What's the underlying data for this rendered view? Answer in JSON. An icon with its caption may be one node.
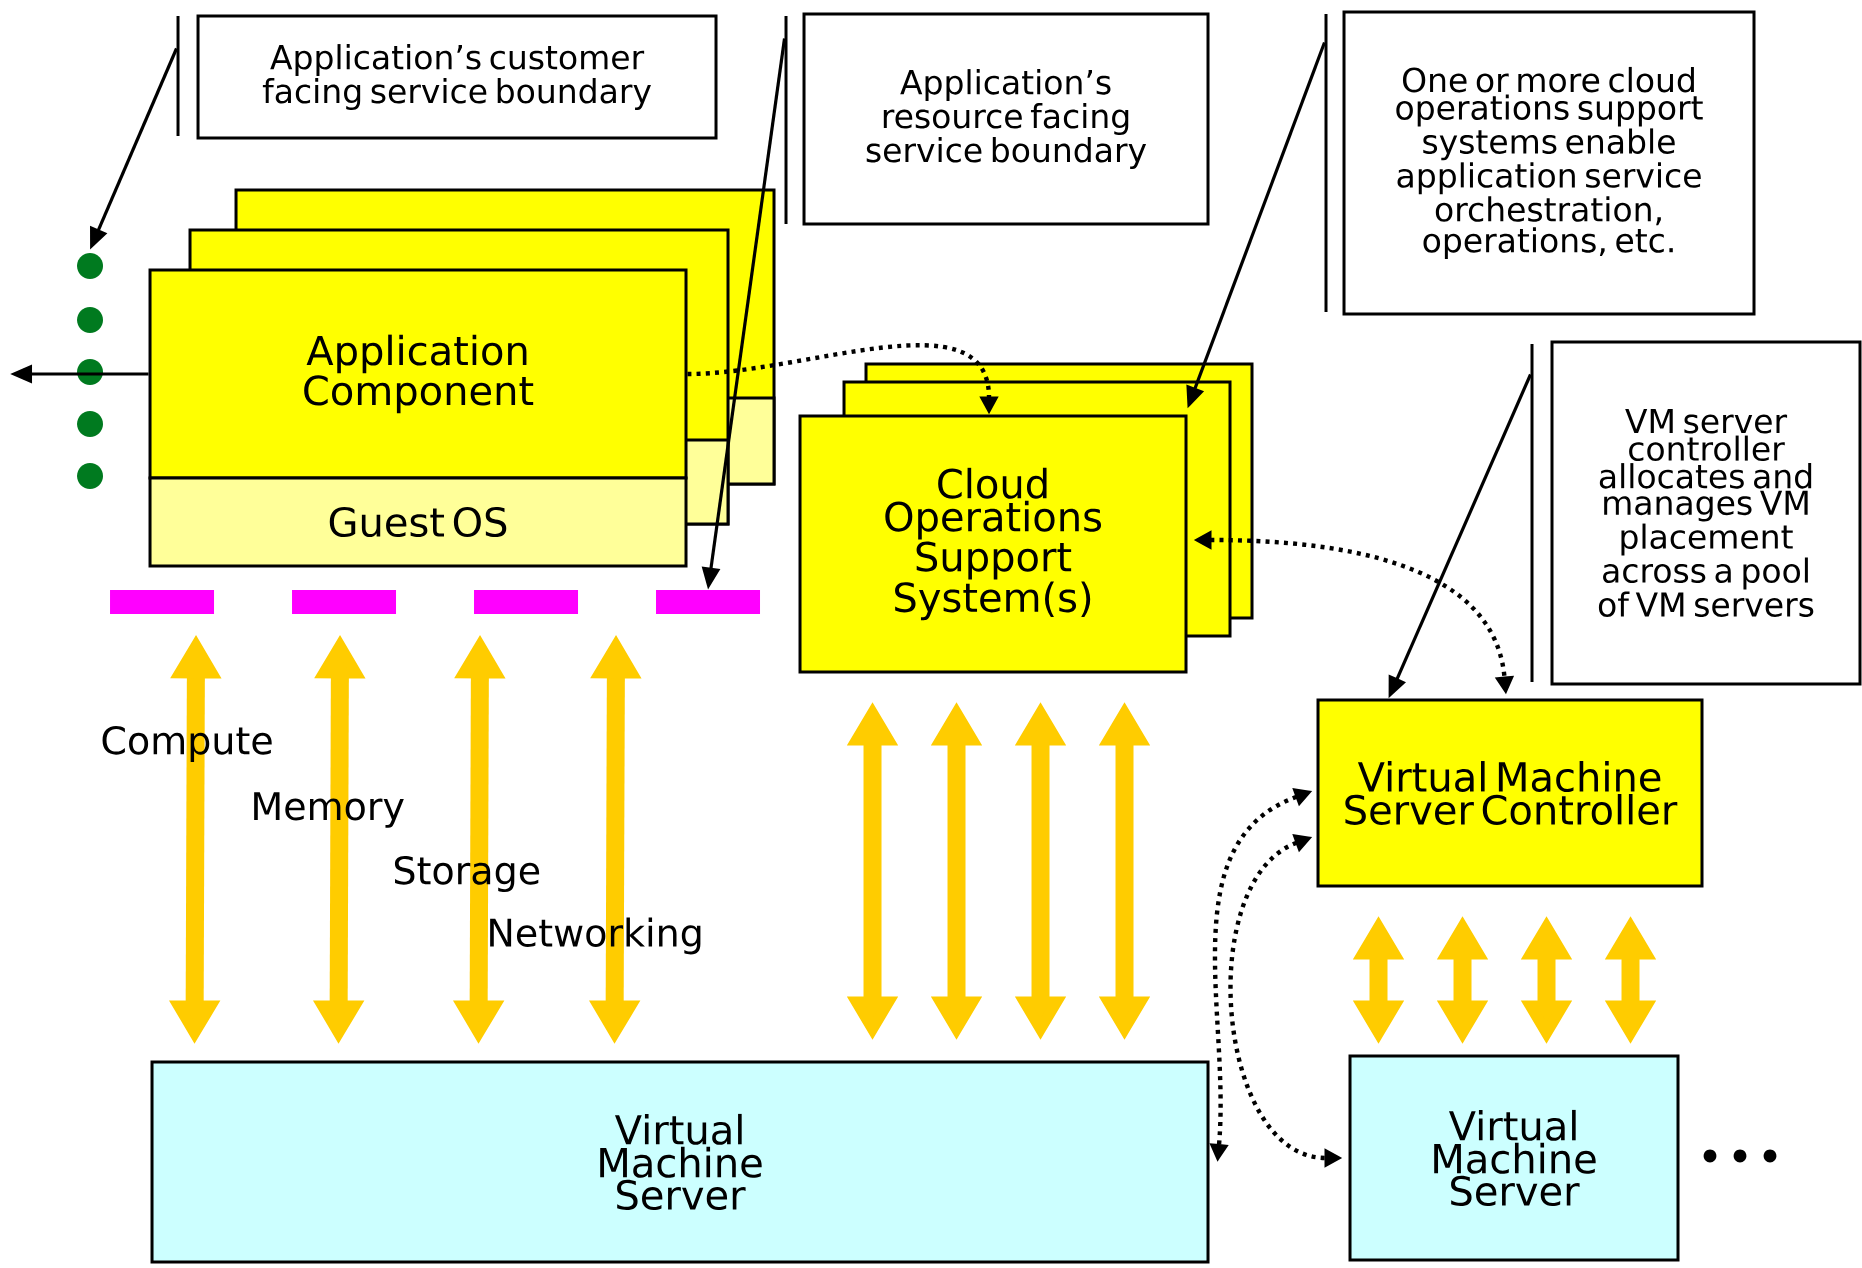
{
  "diagram": {
    "nodes": [
      {
        "text": [
          "Application’s customer facing service boundary"
        ]
      },
      {
        "text": [
          "Application’s resource facing service boundary"
        ]
      },
      {
        "text": [
          "One or more cloud operations support systems enable application service orchestration, operations, etc."
        ]
      },
      {
        "text": [],
        "shape": "circle"
      },
      {
        "text": [
          "Application Component"
        ]
      },
      {
        "text": [
          "Guest OS"
        ]
      },
      {
        "text": [
          "VM server controller allocates and manages VM placement across a pool of VM servers"
        ]
      },
      {
        "text": [
          "Cloud Operations Support System(s)"
        ]
      },
      {
        "text": [],
        "shape": "bar"
      },
      {
        "text": [],
        "shape": "bar"
      },
      {
        "text": [],
        "shape": "bar"
      },
      {
        "text": [],
        "shape": "bar"
      },
      {
        "text": [
          "Virtual Machine Server Controller"
        ]
      },
      {
        "text": [
          "Virtual Machine Server"
        ]
      },
      {
        "text": [
          "Virtual Machine Server"
        ]
      }
    ],
    "edges": [
      {
        "from": 0,
        "to": 3,
        "arrow": "to",
        "color": "#000000"
      },
      {
        "from": 4,
        "to": null,
        "arrow": "to",
        "color": "#000000"
      },
      {
        "from": 1,
        "to": 11,
        "arrow": "to",
        "color": "#000000"
      },
      {
        "from": 2,
        "to": 7,
        "arrow": "to",
        "color": "#000000"
      },
      {
        "from": 4,
        "to": 7,
        "arrow": "to",
        "style": "dashed",
        "color": "#000000"
      },
      {
        "from": 6,
        "to": 12,
        "arrow": "to",
        "color": "#000000"
      },
      {
        "from": 7,
        "to": 12,
        "arrow": "both",
        "style": "dashed",
        "color": "#000000"
      },
      {
        "from": 12,
        "to": 13,
        "arrow": "both",
        "style": "dashed",
        "color": "#000000"
      },
      {
        "from": 12,
        "to": 14,
        "arrow": "both",
        "style": "dashed",
        "color": "#000000"
      },
      {
        "from": 8,
        "to": 13,
        "arrow": "both"
      },
      {
        "from": 9,
        "to": 13,
        "arrow": "both"
      },
      {
        "from": 10,
        "to": 13,
        "arrow": "both"
      },
      {
        "from": 11,
        "to": 13,
        "arrow": "both"
      },
      {
        "from": 7,
        "to": 13,
        "arrow": "both"
      },
      {
        "from": 7,
        "to": 13,
        "arrow": "both"
      },
      {
        "from": 7,
        "to": 13,
        "arrow": "both"
      },
      {
        "from": 7,
        "to": 13,
        "arrow": "both"
      },
      {
        "from": 12,
        "to": 14,
        "arrow": "both"
      },
      {
        "from": 12,
        "to": 14,
        "arrow": "both"
      },
      {
        "from": 12,
        "to": 14,
        "arrow": "both"
      },
      {
        "from": 12,
        "to": 14,
        "arrow": "both"
      }
    ],
    "labels": [
      "Compute",
      "Memory",
      "Storage",
      "Networking"
    ]
  }
}
